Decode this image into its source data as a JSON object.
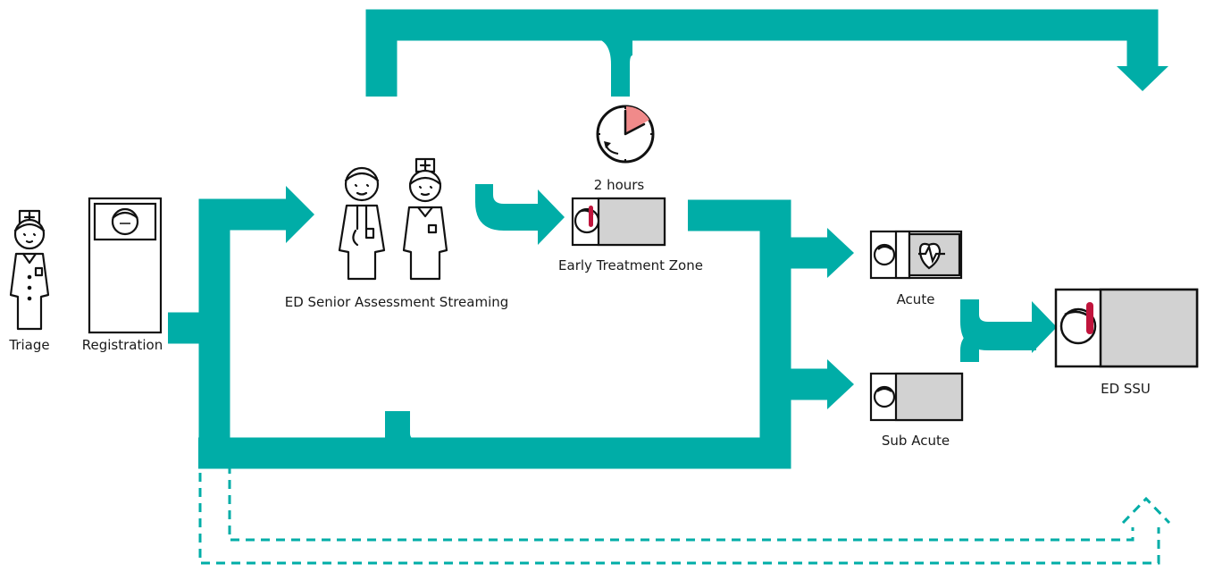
{
  "colors": {
    "flow": "#00ada7",
    "ink": "#111111",
    "bed_sheet": "#d2d2d2",
    "thermometer": "#c0143c",
    "clock_wedge": "#f08a8a"
  },
  "labels": {
    "triage": "Triage",
    "registration": "Registration",
    "senior_assessment": "ED Senior Assessment Streaming",
    "two_hours": "2 hours",
    "early_treatment": "Early Treatment Zone",
    "acute": "Acute",
    "sub_acute": "Sub Acute",
    "ed_ssu": "ED SSU"
  },
  "icons": {
    "triage": "nurse-icon",
    "registration": "patient-bed-icon",
    "senior_assessment": "doctor-and-nurse-icon",
    "clock": "clock-icon",
    "early_treatment": "bed-with-thermometer-icon",
    "acute": "bed-with-heart-monitor-icon",
    "sub_acute": "patient-bed-icon",
    "ed_ssu": "bed-with-thermometer-icon"
  }
}
